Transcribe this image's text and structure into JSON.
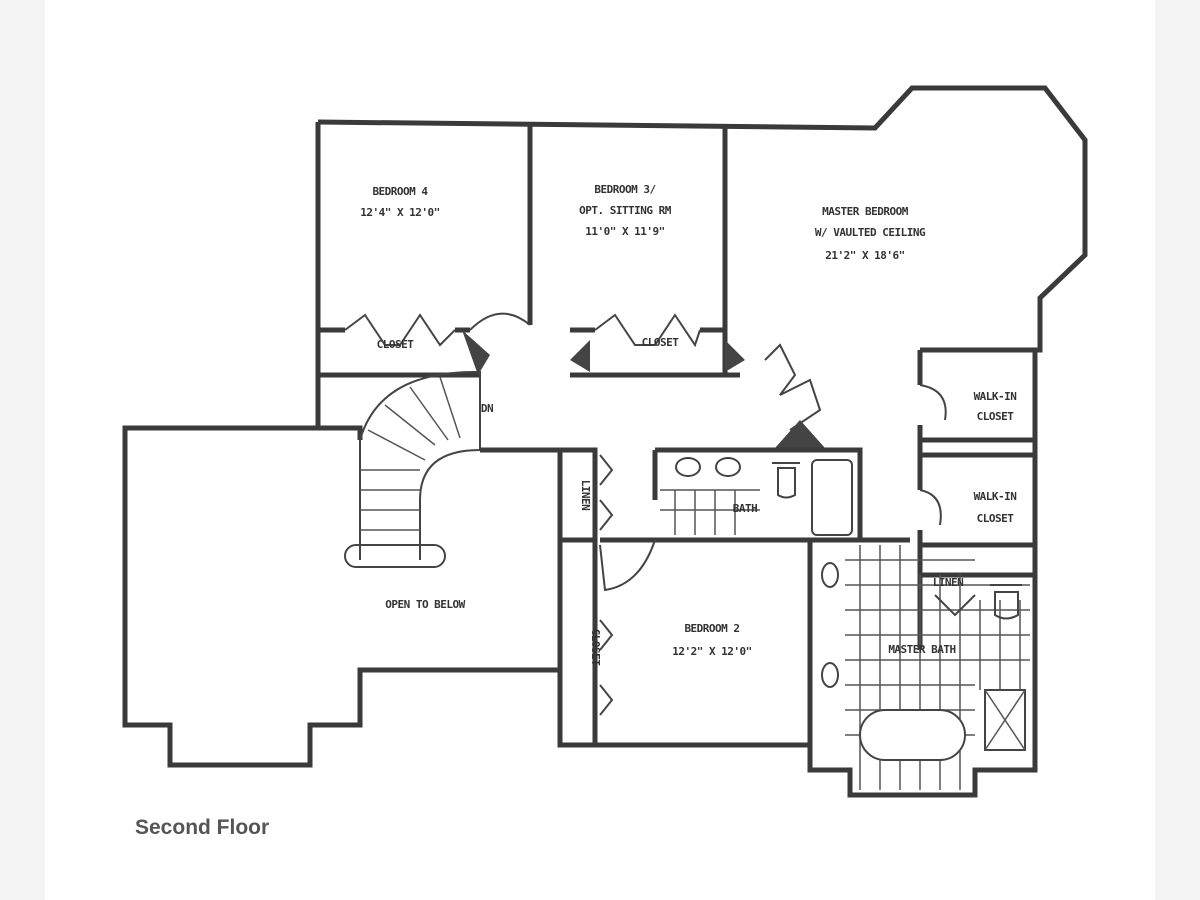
{
  "caption": "Second Floor",
  "rooms": {
    "bedroom4": {
      "name": "BEDROOM 4",
      "size": "12'4\" X 12'0\""
    },
    "bedroom3": {
      "name": "BEDROOM 3/",
      "name2": "OPT. SITTING RM",
      "size": "11'0\" X 11'9\""
    },
    "master": {
      "name": "MASTER BEDROOM",
      "name2": "W/ VAULTED CEILING",
      "size": "21'2\" X 18'6\""
    },
    "bedroom2": {
      "name": "BEDROOM 2",
      "size": "12'2\" X 12'0\""
    },
    "open": {
      "name": "OPEN TO BELOW"
    },
    "bath": {
      "name": "BATH"
    },
    "master_bath": {
      "name": "MASTER BATH"
    },
    "closet_b4": {
      "name": "CLOSET"
    },
    "closet_b3": {
      "name": "CLOSET"
    },
    "closet_b2": {
      "name": "CLOSET"
    },
    "linen_hall": {
      "name": "LINEN"
    },
    "linen_mb": {
      "name": "LINEN"
    },
    "walkin1": {
      "name": "WALK-IN",
      "name2": "CLOSET"
    },
    "walkin2": {
      "name": "WALK-IN",
      "name2": "CLOSET"
    },
    "stairs": {
      "name": "DN"
    }
  }
}
